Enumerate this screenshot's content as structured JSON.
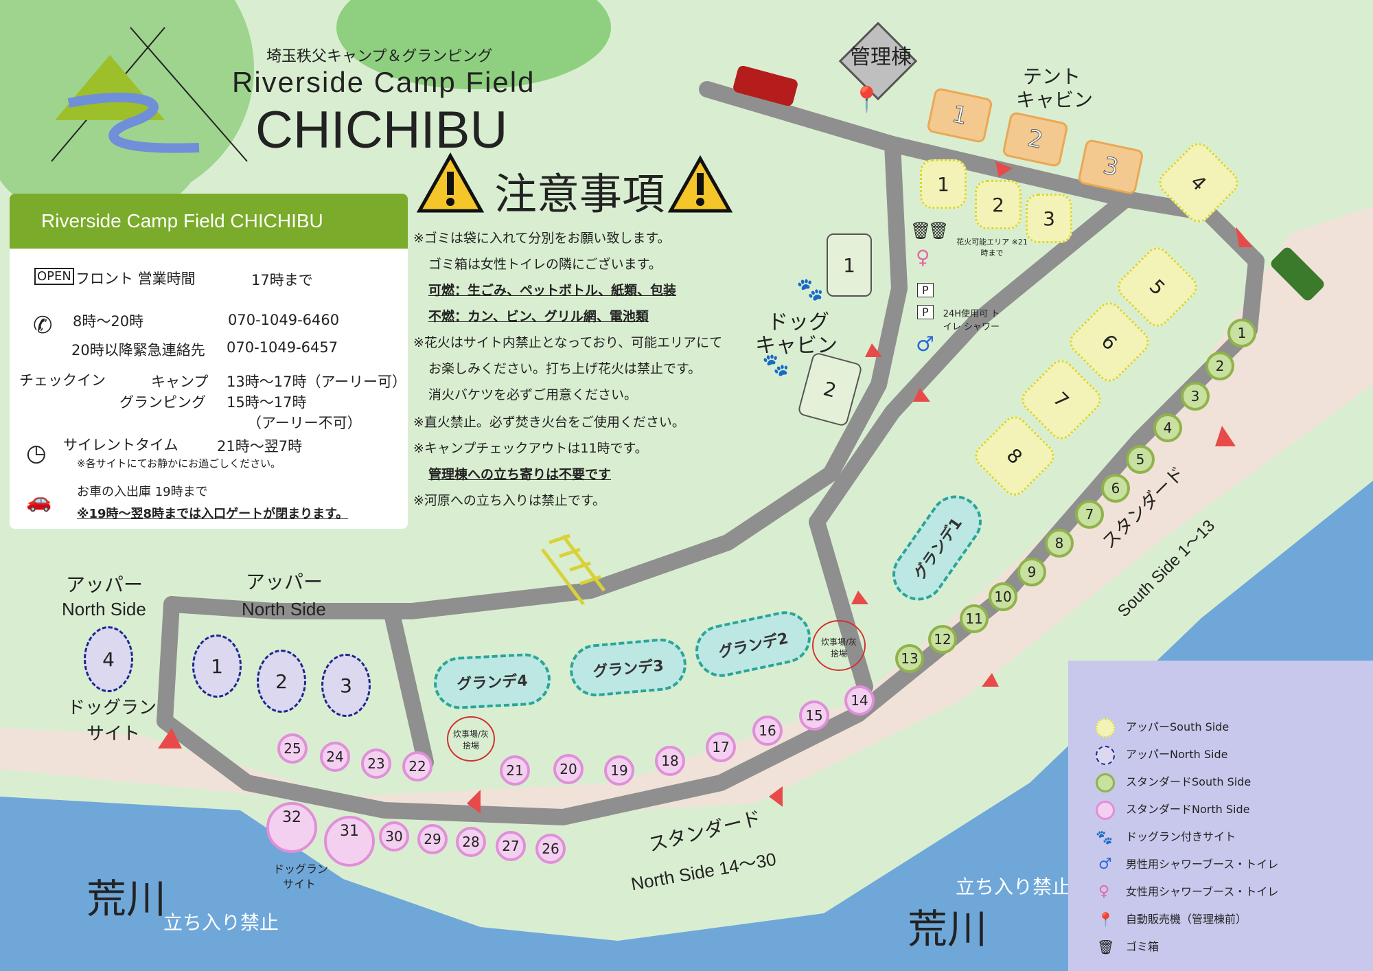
{
  "header": {
    "subtitle": "埼玉秩父キャンプ＆グランピング",
    "title_line1": "Riverside Camp Field",
    "title_line2": "CHICHIBU"
  },
  "notice_title": "注意事項",
  "info_card": {
    "heading": "Riverside Camp Field CHICHIBU",
    "front_label": "フロント 営業時間",
    "front_hours": "17時まで",
    "phone_hours": "8時～20時",
    "phone_number": "070-1049-6460",
    "emergency_label": "20時以降緊急連絡先",
    "emergency_number": "070-1049-6457",
    "checkin_label": "チェックイン",
    "camp_label": "キャンプ",
    "camp_time": "13時～17時（アーリー可）",
    "glamping_label": "グランピング",
    "glamping_time": "15時～17時",
    "glamping_note": "（アーリー不可）",
    "silent_label": "サイレントタイム",
    "silent_time": "21時～翌7時",
    "silent_note": "※各サイトにてお静かにお過ごしください。",
    "car_label": "お車の入出庫 19時まで",
    "car_note": "※19時～翌8時までは入口ゲートが閉まります。"
  },
  "notices": [
    "※ゴミは袋に入れて分別をお願い致します。",
    "ゴミ箱は女性トイレの隣にございます。",
    "可燃：生ごみ、ペットボトル、紙類、包装",
    "不燃：カン、ビン、グリル網、電池類",
    "※花火はサイト内禁止となっており、可能エリアにて",
    "お楽しみください。打ち上げ花火は禁止です。",
    "消火バケツを必ずご用意ください。",
    "※直火禁止。必ず焚き火台をご使用ください。",
    "※キャンプチェックアウトは11時です。",
    "管理棟への立ち寄りは不要です",
    "※河原への立ち入りは禁止です。"
  ],
  "map_labels": {
    "admin": "管理棟",
    "tent_cabin_1": "テント",
    "tent_cabin_2": "キャビン",
    "dog_cabin_1": "ドッグ",
    "dog_cabin_2": "キャビン",
    "dogrun_small": "ドッグラン",
    "fireworks": "花火可能エリア ※21時まで",
    "toilet24": "24H使用可 トイレ シャワー",
    "upper_north_a": "アッパー",
    "upper_north_b": "North Side",
    "dogrun_site": "ドッグラン",
    "site": "サイト",
    "standard_south": "スタンダード",
    "standard_south_en": "South Side 1～13",
    "standard_north": "スタンダード",
    "standard_north_en": "North Side 14～30",
    "kitchen": "炊事場/灰捨場",
    "river": "荒川",
    "no_entry": "立ち入り禁止",
    "parking": "P"
  },
  "sites": {
    "tent_cabins": [
      "1",
      "2",
      "3"
    ],
    "upper_south": [
      "1",
      "2",
      "3",
      "4",
      "5",
      "6",
      "7",
      "8"
    ],
    "dog_cabins": [
      "1",
      "2"
    ],
    "glamping": [
      "グランデ1",
      "グランデ2",
      "グランデ3",
      "グランデ4"
    ],
    "upper_north": [
      "1",
      "2",
      "3",
      "4"
    ],
    "standard_south": [
      "1",
      "2",
      "3",
      "4",
      "5",
      "6",
      "7",
      "8",
      "9",
      "10",
      "11",
      "12",
      "13"
    ],
    "standard_north": [
      "14",
      "15",
      "16",
      "17",
      "18",
      "19",
      "20",
      "21",
      "22",
      "23",
      "24",
      "25",
      "26",
      "27",
      "28",
      "29",
      "30",
      "31",
      "32"
    ]
  },
  "legend": [
    {
      "label": "アッパーSouth Side",
      "icon": "upper-south-swatch"
    },
    {
      "label": "アッパーNorth Side",
      "icon": "upper-north-swatch"
    },
    {
      "label": "スタンダードSouth Side",
      "icon": "standard-south-swatch"
    },
    {
      "label": "スタンダードNorth Side",
      "icon": "standard-north-swatch"
    },
    {
      "label": "ドッグラン付きサイト",
      "icon": "paw-icon"
    },
    {
      "label": "男性用シャワーブース・トイレ",
      "icon": "male-icon"
    },
    {
      "label": "女性用シャワーブース・トイレ",
      "icon": "female-icon"
    },
    {
      "label": "自動販売機（管理棟前）",
      "icon": "pin-icon"
    },
    {
      "label": "ゴミ箱",
      "icon": "trash-icon"
    }
  ],
  "colors": {
    "grass": "#d9eed1",
    "river": "#6fa7d9",
    "sand": "#f0e2d8",
    "road": "#8f8f8f",
    "brand_green": "#7aab2a",
    "upper_south": "#f3f3b8",
    "upper_north": "#dcd8ef",
    "standard_south": "#8fb34a",
    "standard_north": "#e08fd8",
    "glamping": "#bde7e3",
    "tent_cabin": "#f3c98f"
  }
}
